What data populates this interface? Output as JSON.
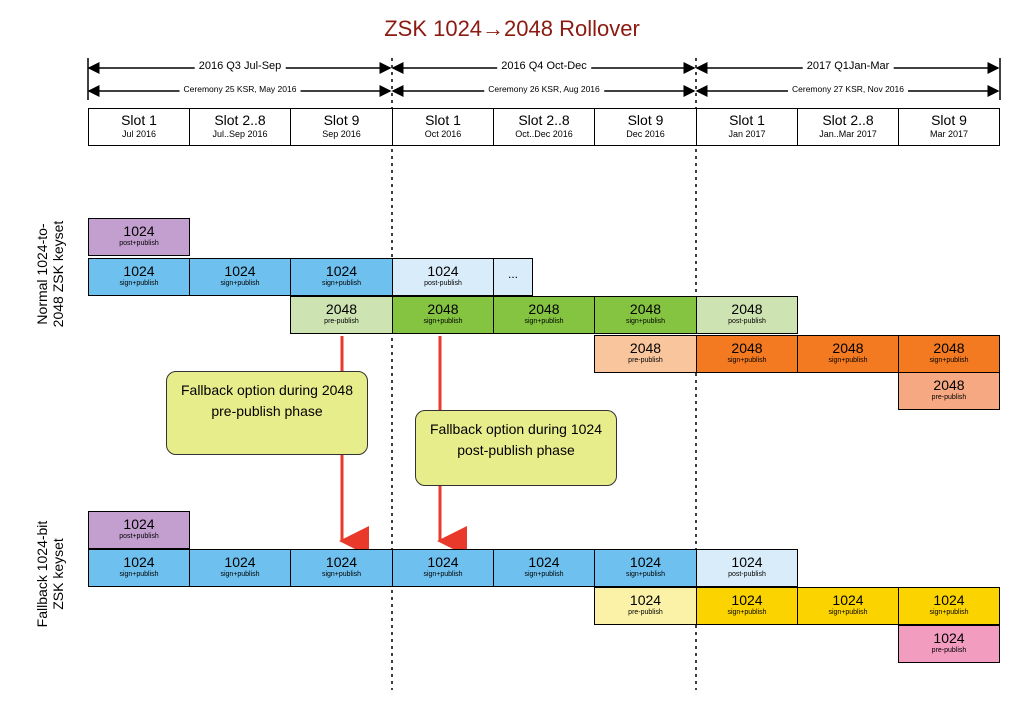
{
  "title": "ZSK 1024→2048 Rollover",
  "periods": [
    {
      "label": "2016 Q3 Jul-Sep",
      "ceremony": "Ceremony 25 KSR, May 2016"
    },
    {
      "label": "2016 Q4 Oct-Dec",
      "ceremony": "Ceremony 26 KSR, Aug 2016"
    },
    {
      "label": "2017 Q1Jan-Mar",
      "ceremony": "Ceremony 27 KSR, Nov 2016"
    }
  ],
  "slots": [
    {
      "name": "Slot 1",
      "date": "Jul 2016"
    },
    {
      "name": "Slot 2..8",
      "date": "Jul..Sep 2016"
    },
    {
      "name": "Slot 9",
      "date": "Sep 2016"
    },
    {
      "name": "Slot 1",
      "date": "Oct 2016"
    },
    {
      "name": "Slot 2..8",
      "date": "Oct..Dec 2016"
    },
    {
      "name": "Slot 9",
      "date": "Dec 2016"
    },
    {
      "name": "Slot 1",
      "date": "Jan 2017"
    },
    {
      "name": "Slot 2..8",
      "date": "Jan..Mar 2017"
    },
    {
      "name": "Slot 9",
      "date": "Mar 2017"
    }
  ],
  "sections": {
    "normal": "Normal 1024-to-2048 ZSK keyset",
    "fallback": "Fallback 1024-bit ZSK keyset"
  },
  "normal_rows": {
    "r1": [
      {
        "size": "1024",
        "state": "post+publish",
        "color": "#c39fd0"
      }
    ],
    "r2": [
      {
        "size": "1024",
        "state": "sign+publish",
        "color": "#6ec0ee"
      },
      {
        "size": "1024",
        "state": "sign+publish",
        "color": "#6ec0ee"
      },
      {
        "size": "1024",
        "state": "sign+publish",
        "color": "#6ec0ee"
      },
      {
        "size": "1024",
        "state": "post-publish",
        "color": "#d8ecfa"
      },
      {
        "size": "...",
        "state": "",
        "color": "#d8ecfa"
      }
    ],
    "r3": [
      {
        "size": "2048",
        "state": "pre-publish",
        "color": "#cde3b2"
      },
      {
        "size": "2048",
        "state": "sign+publish",
        "color": "#84c441"
      },
      {
        "size": "2048",
        "state": "sign+publish",
        "color": "#84c441"
      },
      {
        "size": "2048",
        "state": "sign+publish",
        "color": "#84c441"
      },
      {
        "size": "2048",
        "state": "post-publish",
        "color": "#cde3b2"
      }
    ],
    "r4": [
      {
        "size": "2048",
        "state": "pre-publish",
        "color": "#f9c59d"
      },
      {
        "size": "2048",
        "state": "sign+publish",
        "color": "#f37a21"
      },
      {
        "size": "2048",
        "state": "sign+publish",
        "color": "#f37a21"
      },
      {
        "size": "2048",
        "state": "sign+publish",
        "color": "#f37a21"
      }
    ],
    "r5": [
      {
        "size": "2048",
        "state": "pre-publish",
        "color": "#f6a883"
      }
    ]
  },
  "fallback_rows": {
    "r1": [
      {
        "size": "1024",
        "state": "post+publish",
        "color": "#c39fd0"
      }
    ],
    "r2": [
      {
        "size": "1024",
        "state": "sign+publish",
        "color": "#6ec0ee"
      },
      {
        "size": "1024",
        "state": "sign+publish",
        "color": "#6ec0ee"
      },
      {
        "size": "1024",
        "state": "sign+publish",
        "color": "#6ec0ee"
      },
      {
        "size": "1024",
        "state": "sign+publish",
        "color": "#6ec0ee"
      },
      {
        "size": "1024",
        "state": "sign+publish",
        "color": "#6ec0ee"
      },
      {
        "size": "1024",
        "state": "sign+publish",
        "color": "#6ec0ee"
      },
      {
        "size": "1024",
        "state": "post-publish",
        "color": "#d8ecfa"
      }
    ],
    "r3": [
      {
        "size": "1024",
        "state": "pre-publish",
        "color": "#fbf2a7"
      },
      {
        "size": "1024",
        "state": "sign+publish",
        "color": "#fbd400"
      },
      {
        "size": "1024",
        "state": "sign+publish",
        "color": "#fbd400"
      },
      {
        "size": "1024",
        "state": "sign+publish",
        "color": "#fbd400"
      }
    ],
    "r4": [
      {
        "size": "1024",
        "state": "pre-publish",
        "color": "#f29cc0"
      }
    ]
  },
  "callouts": {
    "prepublish": "Fallback option during 2048 pre-publish phase",
    "postpublish": "Fallback option during 1024 post-publish phase"
  },
  "colors": {
    "title": "#8b1a10",
    "arrow": "#e8392a",
    "callout_bg": "#e8ed8c"
  }
}
